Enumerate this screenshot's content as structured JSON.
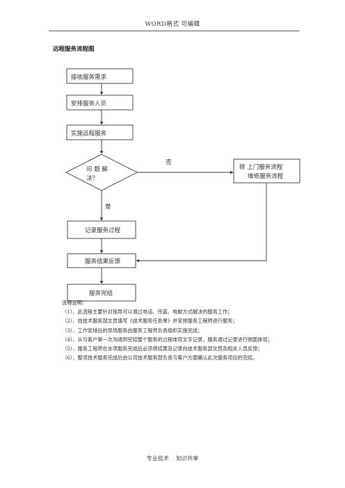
{
  "header": {
    "text": "WORD格式    可编辑"
  },
  "title": "远程服务流程图",
  "flowchart": {
    "steps": {
      "receive": "接收服务需求",
      "assign": "安排服务人员",
      "implement": "实施远程服务",
      "decision_line1": "问  题  解",
      "decision_line2": "决？",
      "record": "记录服务过程",
      "feedback": "服务结果反馈",
      "complete": "服务完结",
      "onsite_line1": "转  上门服务流程",
      "onsite_line2": "维修服务流程"
    },
    "labels": {
      "no": "否",
      "yes": "是"
    }
  },
  "notes": {
    "heading": "流程说明：",
    "items": [
      "（1）、此流程主要针对指导可以通过电话、传真、电邮方式解决的服务工作；",
      "（2）、由技术服务部文员填写《技术服务任务单》并安排服务工程师进行服务；",
      "（3）、工作安排后的现场服务由服务工程师负责组织实施完成；",
      "（4）、从与客户第一次沟通到完结整个服务的过程体现文字记录，服务通过记录进行侧面体现；",
      "（5）、服务工程师在本项服务完成后必须将结果及记录向技术服务部文员及相关人员反馈；",
      "（6）、整项技术服务完成后由公司技术服务部负责与客户方面确认此次服务项目的完结。"
    ]
  },
  "footer": {
    "left": "专业技术",
    "right": "知识共享"
  }
}
